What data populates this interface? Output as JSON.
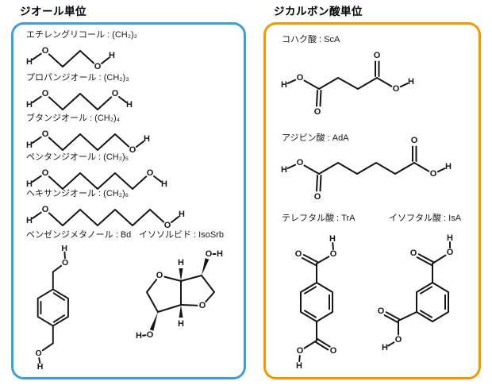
{
  "page": {
    "background": "#ffffff",
    "bond_color": "#161616"
  },
  "atoms": {
    "H": "H",
    "O": "O"
  },
  "left_panel": {
    "title": "ジオール単位",
    "accent_color": "#3d9fd6",
    "items": [
      {
        "label": "エチレングリコール : (CH₂)₂"
      },
      {
        "label": "プロパンジオール : (CH₂)₃"
      },
      {
        "label": "ブタンジオール : (CH₂)₄"
      },
      {
        "label": "ペンタンジオール : (CH₂)₅"
      },
      {
        "label": "ヘキサンジオール : (CH₂)₆"
      },
      {
        "label": "ベンゼンジメタノール : Bd"
      },
      {
        "label": "イソソルビド : IsoSrb"
      }
    ]
  },
  "right_panel": {
    "title": "ジカルボン酸単位",
    "accent_color": "#f39800",
    "items": [
      {
        "label": "コハク酸 : ScA"
      },
      {
        "label": "アジピン酸 : AdA"
      },
      {
        "label": "テレフタル酸 : TrA"
      },
      {
        "label": "イソフタル酸 : IsA"
      }
    ]
  }
}
